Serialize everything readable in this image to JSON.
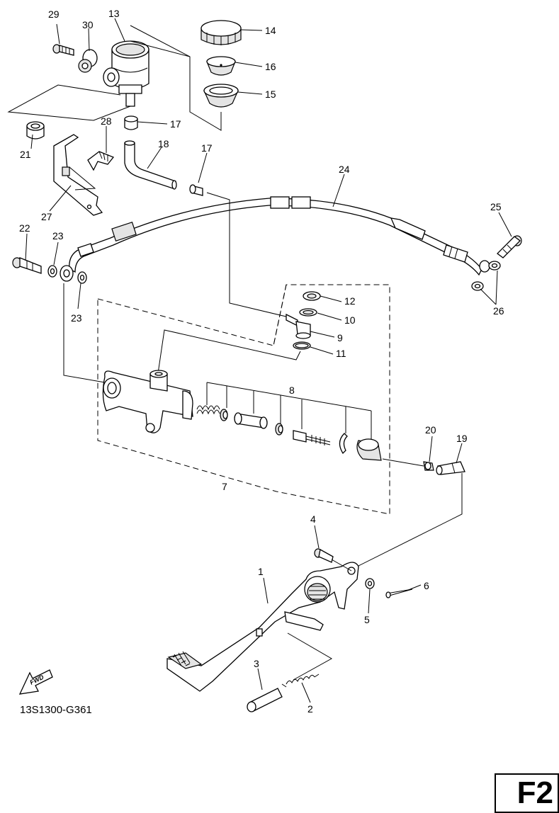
{
  "callouts": {
    "c1": "1",
    "c2": "2",
    "c3": "3",
    "c4": "4",
    "c5": "5",
    "c6": "6",
    "c7": "7",
    "c8": "8",
    "c9": "9",
    "c10": "10",
    "c11": "11",
    "c12": "12",
    "c13": "13",
    "c14": "14",
    "c15": "15",
    "c16": "16",
    "c17a": "17",
    "c17b": "17",
    "c18": "18",
    "c19": "19",
    "c20": "20",
    "c21": "21",
    "c22": "22",
    "c23a": "23",
    "c23b": "23",
    "c24": "24",
    "c25": "25",
    "c26": "26",
    "c27": "27",
    "c28": "28",
    "c29": "29",
    "c30": "30"
  },
  "fwd_label": "FWD",
  "drawing_code": "13S1300-G361",
  "page_tag": "F2"
}
